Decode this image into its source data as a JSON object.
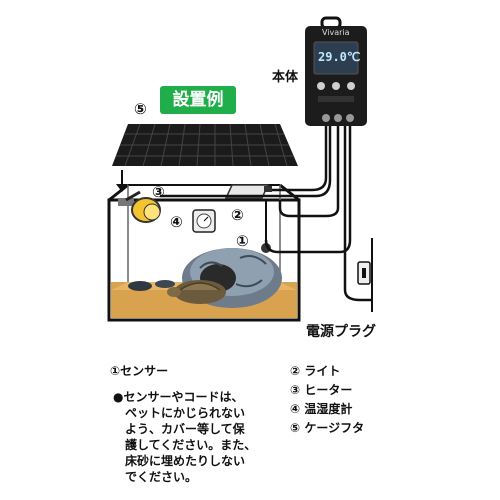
{
  "title": "設置例",
  "labels": {
    "main_unit": "本体",
    "power_plug": "電源プラグ",
    "brand": "Vivaria",
    "display_reading": "29.0℃",
    "marker_1": "①",
    "marker_2": "②",
    "marker_3": "③",
    "marker_4": "④",
    "marker_5": "⑤"
  },
  "legend": {
    "left": [
      {
        "num": "①",
        "text": "センサー"
      }
    ],
    "right": [
      {
        "num": "②",
        "text": "ライト"
      },
      {
        "num": "③",
        "text": "ヒーター"
      },
      {
        "num": "④",
        "text": "温湿度計"
      },
      {
        "num": "⑤",
        "text": "ケージフタ"
      }
    ]
  },
  "note": {
    "lines": [
      "●センサーやコードは、",
      "ペットにかじられない",
      "よう、カバー等して保",
      "護してください。また、",
      "床砂に埋めたりしない",
      "でください。"
    ]
  },
  "colors": {
    "accent_green": "#1fae4a",
    "sand": "#d9a24f",
    "controller": "#1c1c1c",
    "display": "#2c3e50",
    "heater_yellow": "#f4c430"
  }
}
